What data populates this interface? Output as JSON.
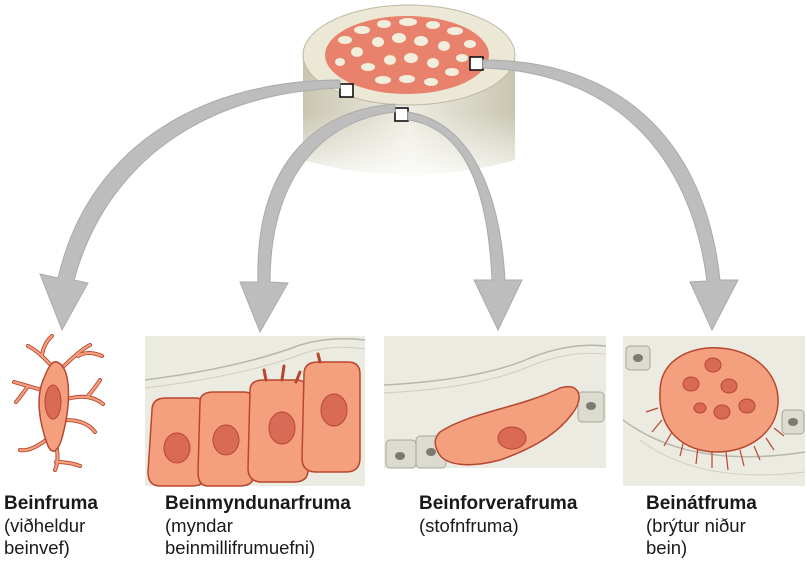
{
  "cells": [
    {
      "name": "Beinfruma",
      "description": "(viðheldur\nbeinvef)"
    },
    {
      "name": "Beinmyndunarfruma",
      "description": "(myndar\nbeinmillifrumuefni)"
    },
    {
      "name": "Beinforverafruma",
      "description": "(stofnfruma)"
    },
    {
      "name": "Beinátfruma",
      "description": "(brýtur niður\nbein)"
    }
  ],
  "colors": {
    "cell_fill": "#f4a07e",
    "cell_outline": "#b8462f",
    "nucleus": "#d96a55",
    "arrow": "#bdbdbd",
    "bone_surface": "#ece9d8",
    "spongy_bone": "#e8826d"
  }
}
